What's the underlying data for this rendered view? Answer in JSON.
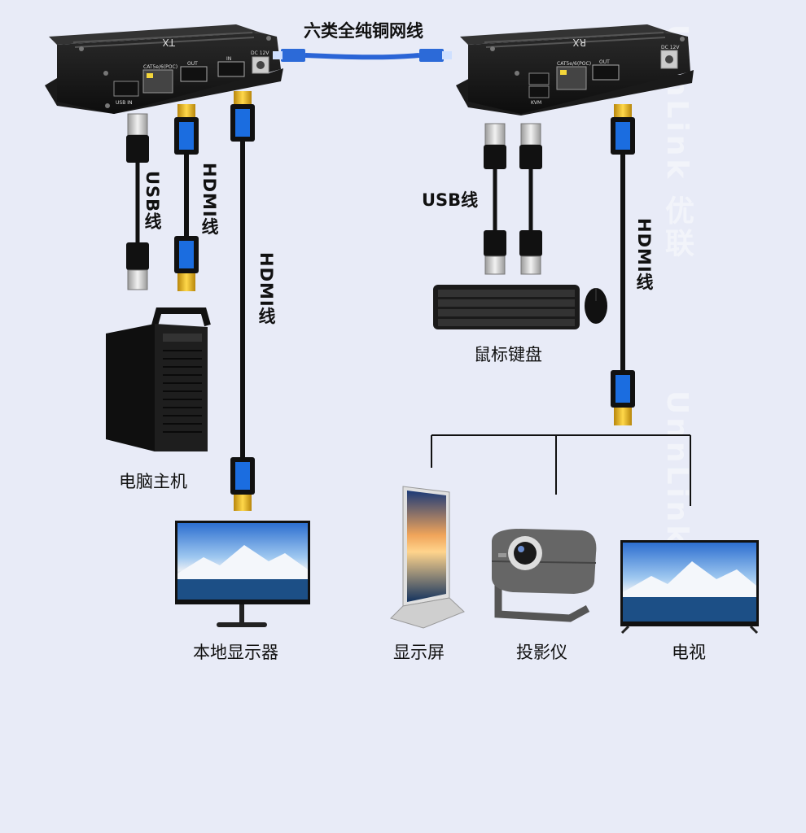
{
  "cable_label": "六类全纯铜网线",
  "tx": {
    "name_text": "TX",
    "ports": {
      "usb": "USB IN",
      "rj45": "CAT5e/6(POC)",
      "out": "OUT",
      "in": "IN",
      "dc": "DC 12V"
    }
  },
  "rx": {
    "name_text": "RX",
    "ports": {
      "kvm": "KVM",
      "rj45": "CAT5e/6(POC)",
      "out": "OUT",
      "dc": "DC 12V"
    }
  },
  "labels": {
    "usb_left": "USB线",
    "hdmi_left1": "HDMI线",
    "hdmi_left2": "HDMI线",
    "usb_right": "USB线",
    "hdmi_right": "HDMI线",
    "pc": "电脑主机",
    "local_monitor": "本地显示器",
    "keyboard_mouse": "鼠标键盘",
    "display_screen": "显示屏",
    "projector": "投影仪",
    "tv": "电视"
  },
  "watermark": "UnnLink 优联"
}
